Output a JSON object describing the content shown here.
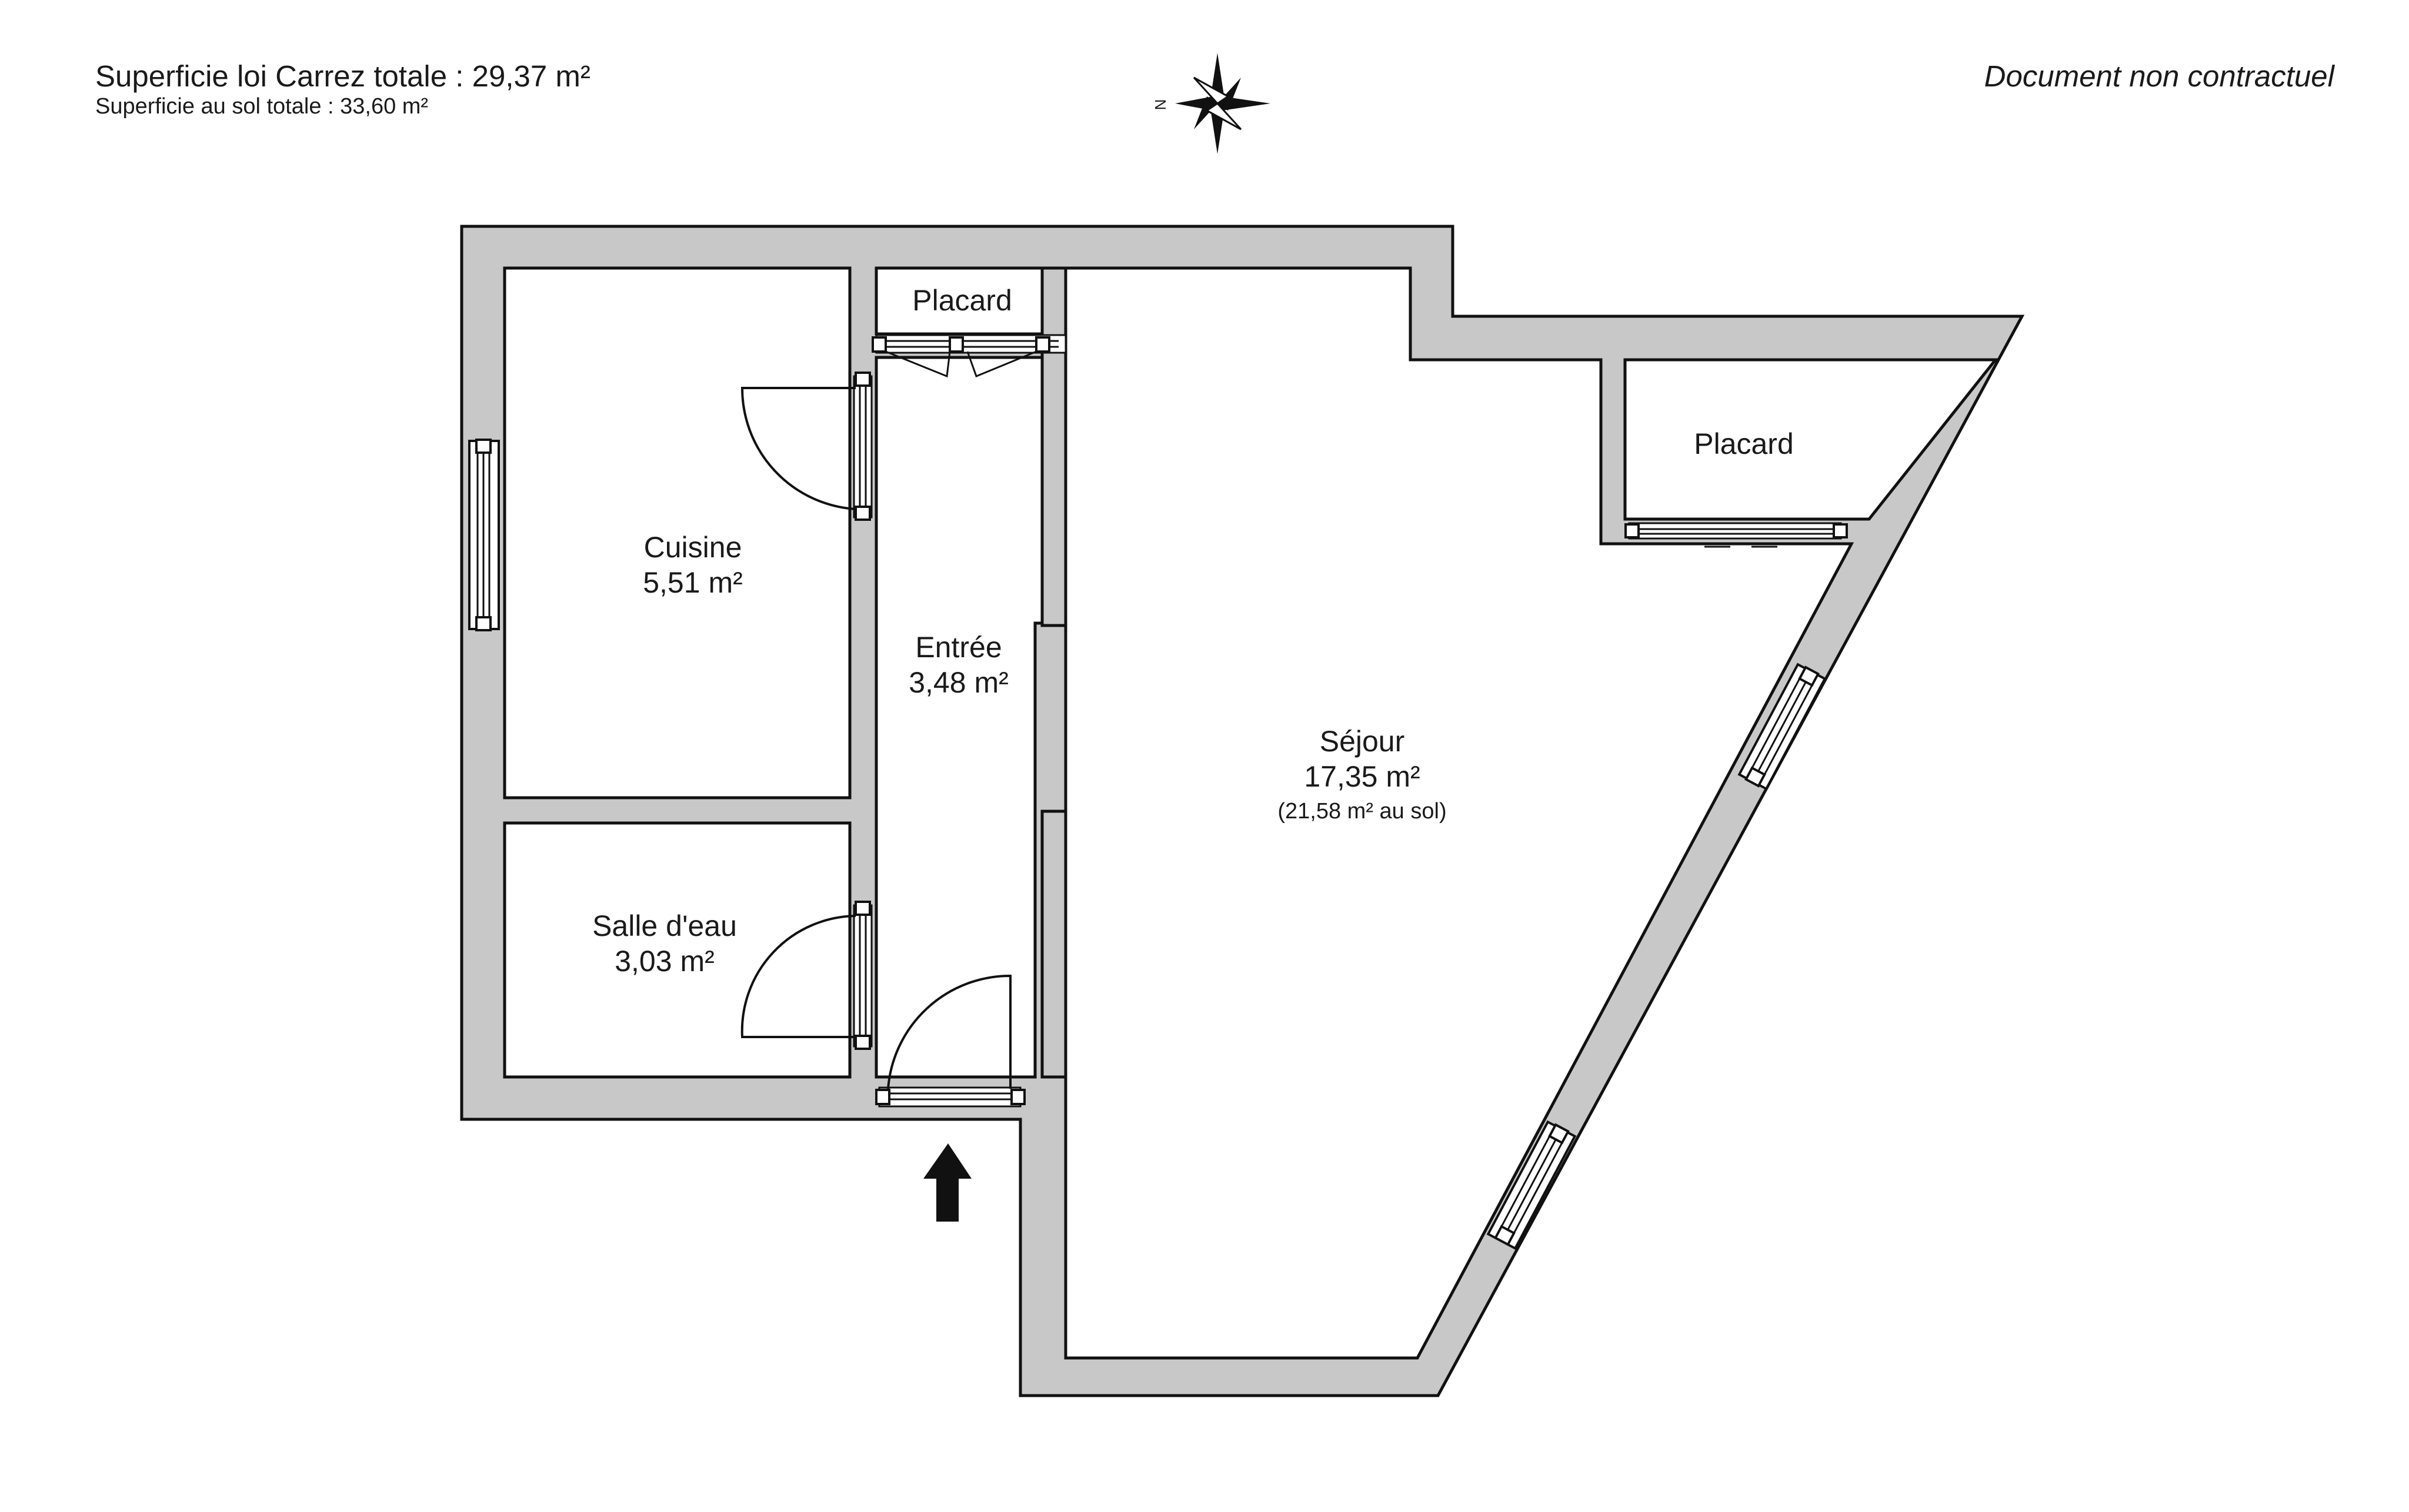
{
  "header": {
    "total_carrez": "Superficie loi Carrez totale :  29,37 m²",
    "total_sol": "Superficie au sol totale :  33,60 m²",
    "disclaimer": "Document non contractuel"
  },
  "compass": {
    "north_label": "N"
  },
  "rooms": {
    "placard_1": {
      "name": "Placard"
    },
    "placard_2": {
      "name": "Placard"
    },
    "cuisine": {
      "name": "Cuisine",
      "area": "5,51 m²"
    },
    "entree": {
      "name": "Entrée",
      "area": "3,48 m²"
    },
    "sejour": {
      "name": "Séjour",
      "area": "17,35 m²",
      "area_sol": "(21,58 m² au sol)"
    },
    "salle_eau": {
      "name": "Salle d'eau",
      "area": "3,03 m²"
    }
  },
  "colors": {
    "wall_fill": "#c8c8c8",
    "stroke": "#111111",
    "background": "#ffffff"
  }
}
